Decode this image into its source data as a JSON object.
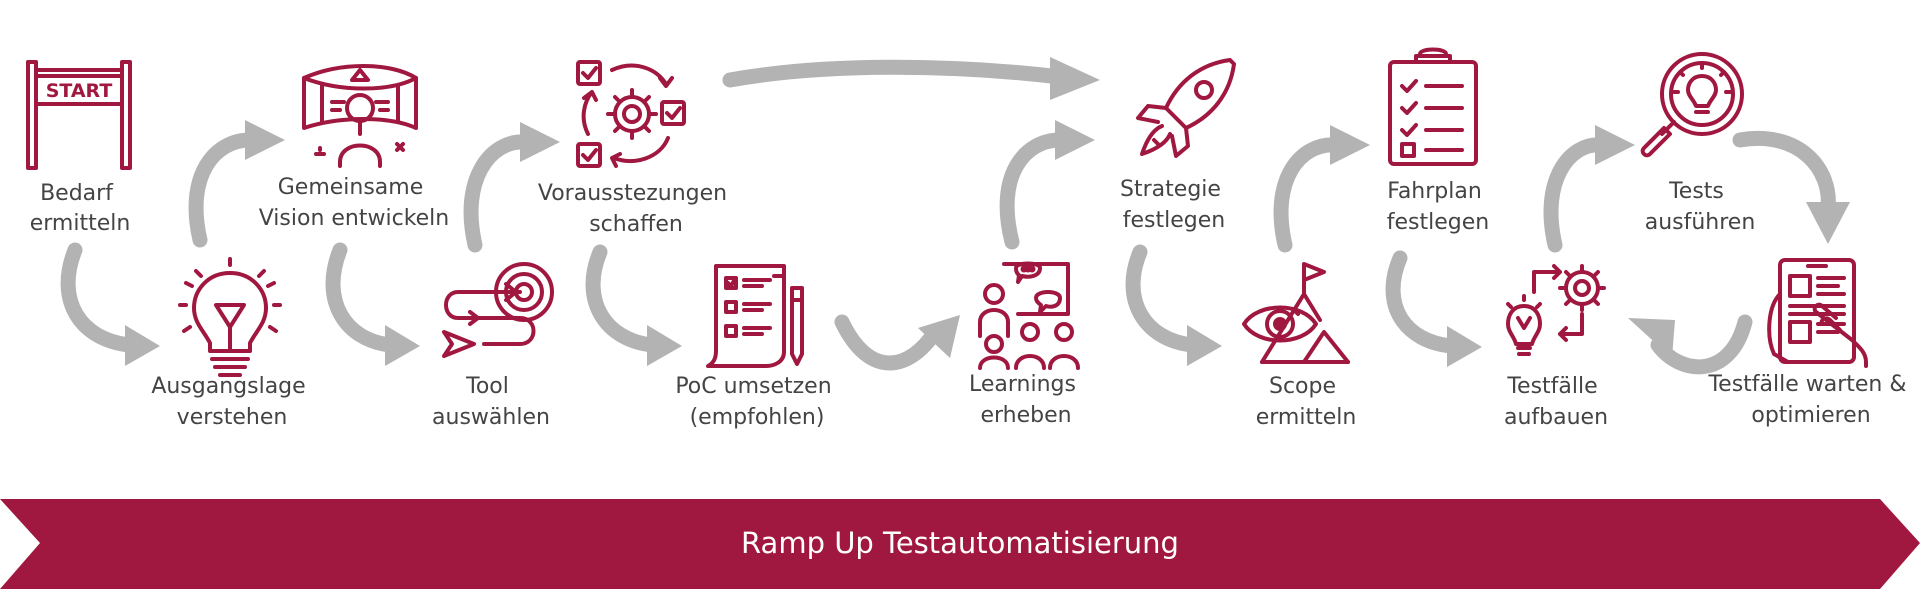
{
  "theme": {
    "accent": "#a0173f",
    "arrow": "#b3b3b3",
    "text": "#444444"
  },
  "steps": [
    {
      "icon": "start-banner-icon",
      "lines": [
        "Bedarf",
        "ermitteln"
      ]
    },
    {
      "icon": "lightbulb-icon",
      "lines": [
        "Ausgangslage",
        "verstehen"
      ]
    },
    {
      "icon": "vr-vision-icon",
      "lines": [
        "Gemeinsame",
        "Vision entwickeln"
      ]
    },
    {
      "icon": "target-path-icon",
      "lines": [
        "Tool",
        "auswählen"
      ]
    },
    {
      "icon": "gear-checklist-cycle-icon",
      "lines": [
        "Vorausstezungen",
        "schaffen"
      ]
    },
    {
      "icon": "document-pen-icon",
      "lines": [
        "PoC umsetzen",
        "(empfohlen)"
      ]
    },
    {
      "icon": "presentation-audience-icon",
      "lines": [
        "Learnings",
        "erheben"
      ]
    },
    {
      "icon": "rocket-icon",
      "lines": [
        "Strategie",
        "festlegen"
      ]
    },
    {
      "icon": "eye-mountain-flag-icon",
      "lines": [
        "Scope",
        "ermitteln"
      ]
    },
    {
      "icon": "clipboard-checklist-icon",
      "lines": [
        "Fahrplan",
        "festlegen"
      ]
    },
    {
      "icon": "bulb-gear-icon",
      "lines": [
        "Testfälle",
        "aufbauen"
      ]
    },
    {
      "icon": "magnifier-bulb-icon",
      "lines": [
        "Tests",
        "ausführen"
      ]
    },
    {
      "icon": "tablet-hand-icon",
      "lines": [
        "Testfälle warten &",
        "optimieren"
      ]
    }
  ],
  "icons": {
    "start_banner_text": "START"
  },
  "banner": {
    "label": "Ramp Up Testautomatisierung"
  }
}
